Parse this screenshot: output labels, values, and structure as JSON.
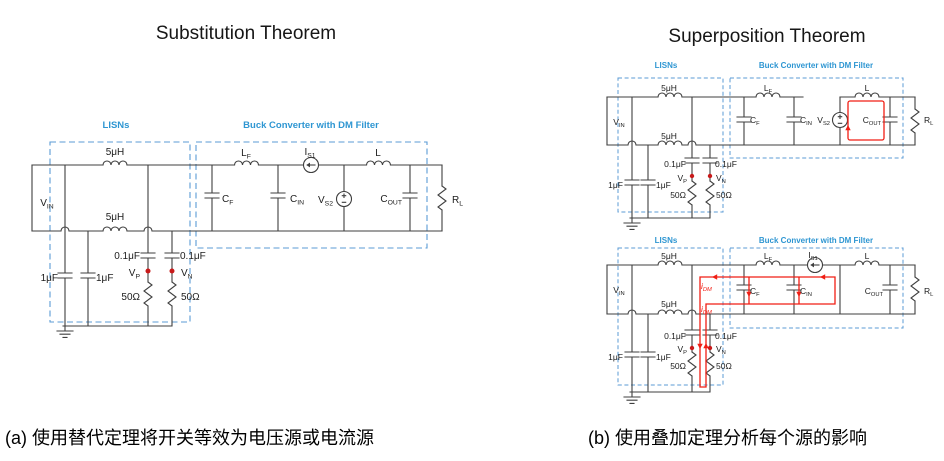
{
  "panel_a": {
    "title": "Substitution Theorem",
    "caption": "(a) 使用替代定理将开关等效为电压源或电流源"
  },
  "panel_b": {
    "title": "Superposition Theorem",
    "caption": "(b) 使用叠加定理分析每个源的影响"
  },
  "sections": {
    "lisn": "LISNs",
    "buck": "Buck Converter with DM Filter"
  },
  "components": {
    "vin": {
      "m": "V",
      "s": "IN"
    },
    "ind5": "5μH",
    "cap1": "1μF",
    "cap01": "0.1μF",
    "res50": "50Ω",
    "vp": {
      "m": "V",
      "s": "P"
    },
    "vn": {
      "m": "V",
      "s": "N"
    },
    "lf": {
      "m": "L",
      "s": "F"
    },
    "l": "L",
    "cf": {
      "m": "C",
      "s": "F"
    },
    "cin": {
      "m": "C",
      "s": "IN"
    },
    "cout": {
      "m": "C",
      "s": "OUT"
    },
    "rl": {
      "m": "R",
      "s": "L"
    },
    "is1": {
      "m": "I",
      "s": "S1"
    },
    "vs2": {
      "m": "V",
      "s": "S2"
    },
    "idm": {
      "m": "i",
      "s": "DM"
    }
  },
  "colors": {
    "wire": "#3f3f3f",
    "box_blue": "#5B9BD5",
    "label_blue": "#2E96D2",
    "overlay_red": "#F01E14",
    "probe_dot_red": "#C81A1A"
  }
}
